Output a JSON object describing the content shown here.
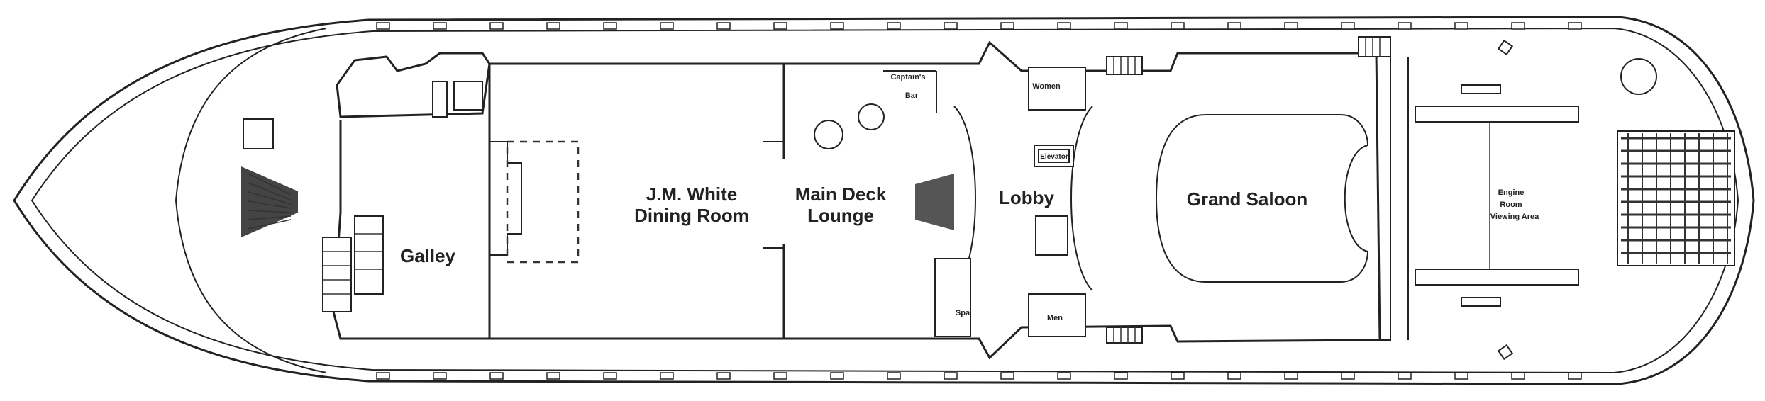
{
  "deck_plan": {
    "rooms": {
      "galley": "Galley",
      "dining_line1": "J.M. White",
      "dining_line2": "Dining Room",
      "lounge_line1": "Main Deck",
      "lounge_line2": "Lounge",
      "lobby": "Lobby",
      "grand_saloon": "Grand Saloon",
      "captains_bar_line1": "Captain's",
      "captains_bar_line2": "Bar",
      "women": "Women",
      "men": "Men",
      "spa": "Spa",
      "elevator": "Elevator",
      "engine_line1": "Engine",
      "engine_line2": "Room",
      "engine_line3": "Viewing Area"
    },
    "colors": {
      "line": "#222222",
      "background": "#ffffff"
    }
  }
}
